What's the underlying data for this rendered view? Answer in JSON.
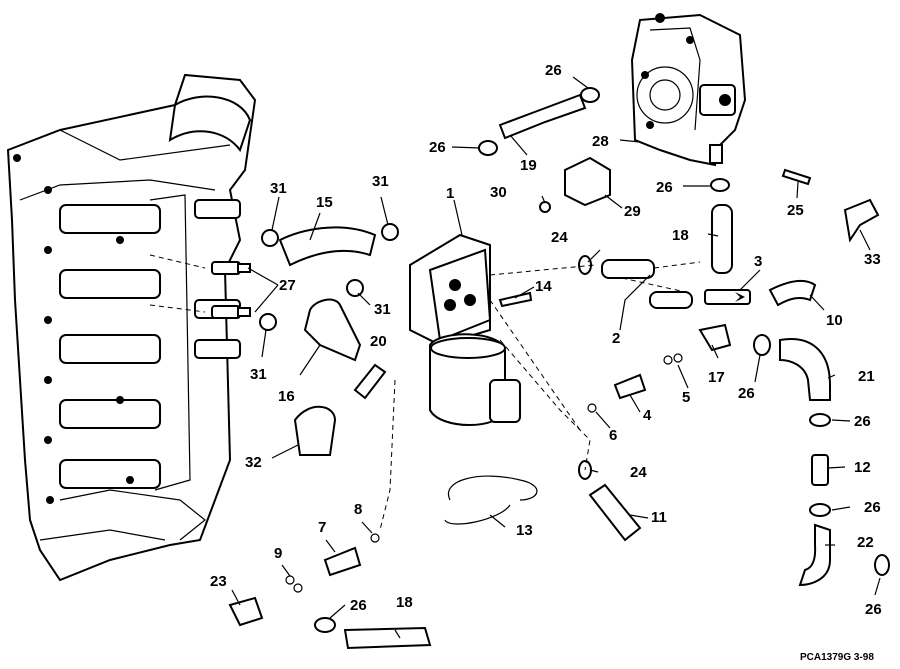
{
  "diagram": {
    "caption": "PCA1379G  3-98",
    "callouts": {
      "c1": "1",
      "c2": "2",
      "c3": "3",
      "c4": "4",
      "c5": "5",
      "c6": "6",
      "c7": "7",
      "c8": "8",
      "c9": "9",
      "c10": "10",
      "c11": "11",
      "c12": "12",
      "c13": "13",
      "c14": "14",
      "c15": "15",
      "c16": "16",
      "c17": "17",
      "c18a": "18",
      "c18b": "18",
      "c19": "19",
      "c20": "20",
      "c21": "21",
      "c22": "22",
      "c23": "23",
      "c24a": "24",
      "c24b": "24",
      "c25": "25",
      "c26a": "26",
      "c26b": "26",
      "c26c": "26",
      "c26d": "26",
      "c26e": "26",
      "c26f": "26",
      "c26g": "26",
      "c26h": "26",
      "c27": "27",
      "c28": "28",
      "c29": "29",
      "c30": "30",
      "c31a": "31",
      "c31b": "31",
      "c31c": "31",
      "c31d": "31",
      "c32": "32",
      "c33": "33"
    }
  }
}
